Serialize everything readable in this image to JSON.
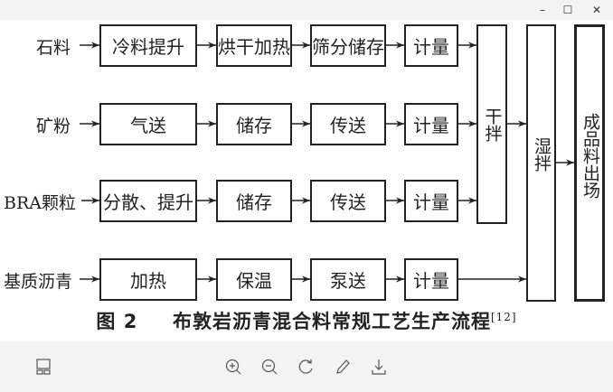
{
  "window": {
    "controls": [
      {
        "name": "minimize",
        "icon": "minimize-icon",
        "glyph": "–"
      },
      {
        "name": "maximize",
        "icon": "maximize-icon",
        "glyph": "☐"
      },
      {
        "name": "close",
        "icon": "close-icon",
        "glyph": "✕"
      }
    ]
  },
  "diagram": {
    "rows": [
      {
        "source": "石料",
        "steps": [
          "冷料提升",
          "烘干加热",
          "筛分储存",
          "计量"
        ],
        "target": "dry_mix"
      },
      {
        "source": "矿粉",
        "steps": [
          "气送",
          "储存",
          "传送",
          "计量"
        ],
        "target": "dry_mix"
      },
      {
        "source": "BRA颗粒",
        "steps": [
          "分散、提升",
          "储存",
          "传送",
          "计量"
        ],
        "target": "dry_mix"
      },
      {
        "source": "基质沥青",
        "steps": [
          "加热",
          "保温",
          "泵送",
          "计量"
        ],
        "target": "wet_mix"
      }
    ],
    "dry_mix": "干拌",
    "wet_mix": "湿拌",
    "output": "成品料出场",
    "caption": {
      "figure": "图 2",
      "title": "布敦岩沥青混合料常规工艺生产流程",
      "ref": "[12]"
    }
  },
  "toolbar": {
    "items": [
      {
        "name": "thumbnail-view",
        "icon": "thumbnail-layout-icon"
      },
      {
        "name": "zoom-in",
        "icon": "zoom-in-icon"
      },
      {
        "name": "zoom-out",
        "icon": "zoom-out-icon"
      },
      {
        "name": "rotate",
        "icon": "rotate-icon"
      },
      {
        "name": "edit",
        "icon": "pencil-icon"
      },
      {
        "name": "download",
        "icon": "download-icon"
      }
    ]
  }
}
